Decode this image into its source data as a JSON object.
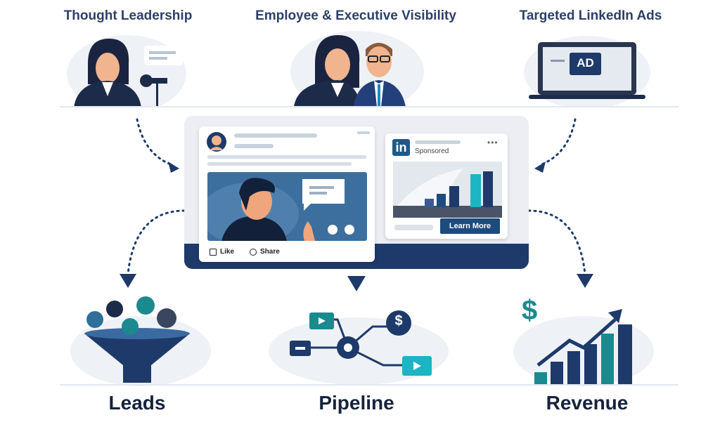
{
  "top_titles": [
    "Thought Leadership",
    "Employee & Executive Visibility",
    "Targeted LinkedIn Ads"
  ],
  "ad_laptop_text": "AD",
  "post": {
    "like_label": "Like",
    "share_label": "Share"
  },
  "ad": {
    "logo_text": "in",
    "sponsored_label": "Sponsored",
    "cta_label": "Learn More"
  },
  "outcomes": [
    "Leads",
    "Pipeline",
    "Revenue"
  ],
  "revenue_symbol": "$",
  "pipeline_symbol": "$",
  "colors": {
    "navy": "#1d3a6a",
    "teal": "#1a8a8f",
    "text": "#2c4068"
  }
}
